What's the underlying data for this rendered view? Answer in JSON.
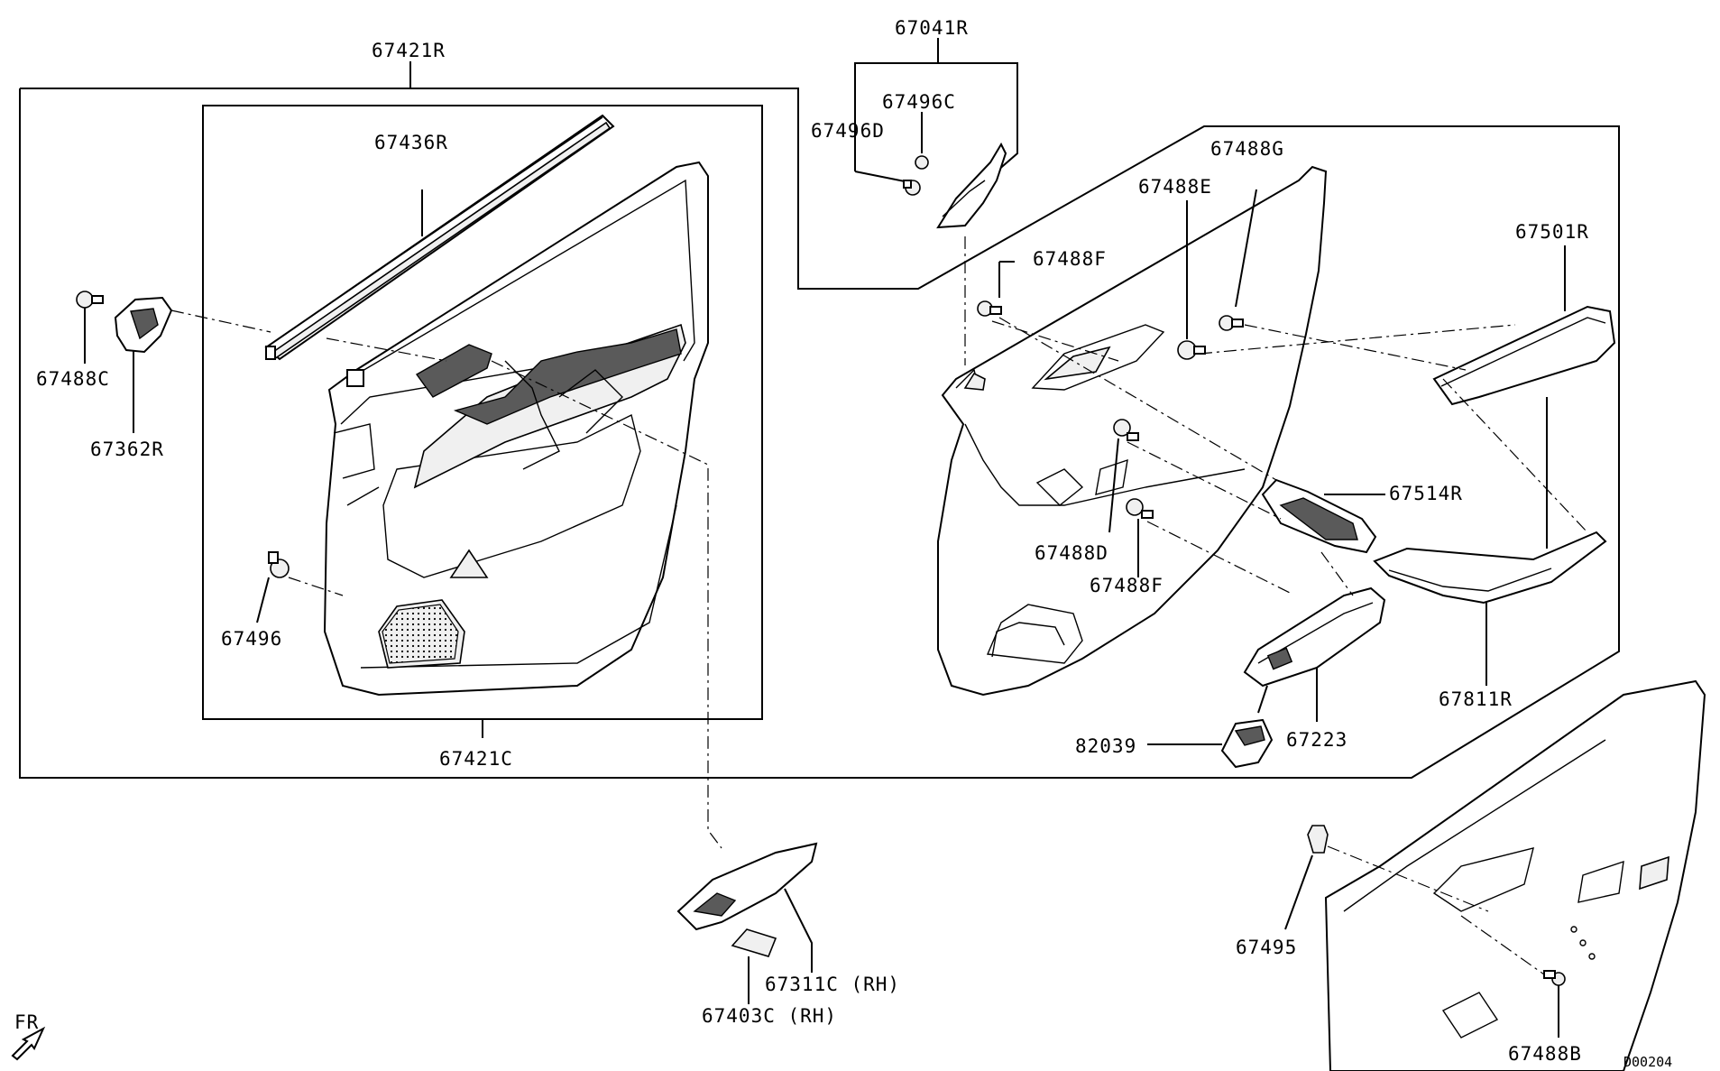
{
  "diagram": {
    "part_labels": {
      "p67421R": "67421R",
      "p67041R": "67041R",
      "p67496C": "67496C",
      "p67496D": "67496D",
      "p67436R": "67436R",
      "p67488G": "67488G",
      "p67488E": "67488E",
      "p67488F_top": "67488F",
      "p67501R": "67501R",
      "p67488C": "67488C",
      "p67362R": "67362R",
      "p67514R": "67514R",
      "p67488D": "67488D",
      "p67488F_bottom": "67488F",
      "p67496": "67496",
      "p67811R": "67811R",
      "p67421C": "67421C",
      "p82039": "82039",
      "p67223": "67223",
      "p67311C": "67311C (RH)",
      "p67403C": "67403C (RH)",
      "p67495": "67495",
      "p67488B": "67488B"
    },
    "direction_label": "FR",
    "diagram_code": "D00204"
  }
}
